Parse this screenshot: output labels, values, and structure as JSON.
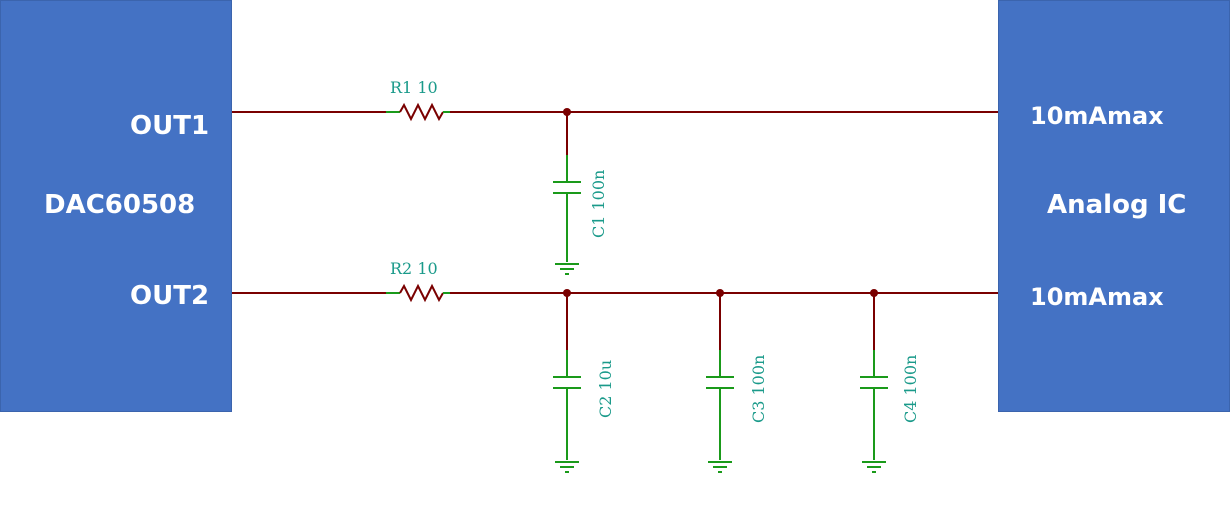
{
  "left_block": {
    "name": "DAC60508",
    "pin1": "OUT1",
    "pin2": "OUT2"
  },
  "right_block": {
    "name": "Analog IC",
    "pin1": "10mAmax",
    "pin2": "10mAmax"
  },
  "components": {
    "r1": "R1 10",
    "r2": "R2 10",
    "c1": "C1 100n",
    "c2": "C2 10u",
    "c3": "C3 100n",
    "c4": "C4 100n"
  },
  "colors": {
    "block": "#4472c4",
    "wire": "#7a0000",
    "component": "#1a9a1a",
    "label": "#1a9a8a"
  }
}
